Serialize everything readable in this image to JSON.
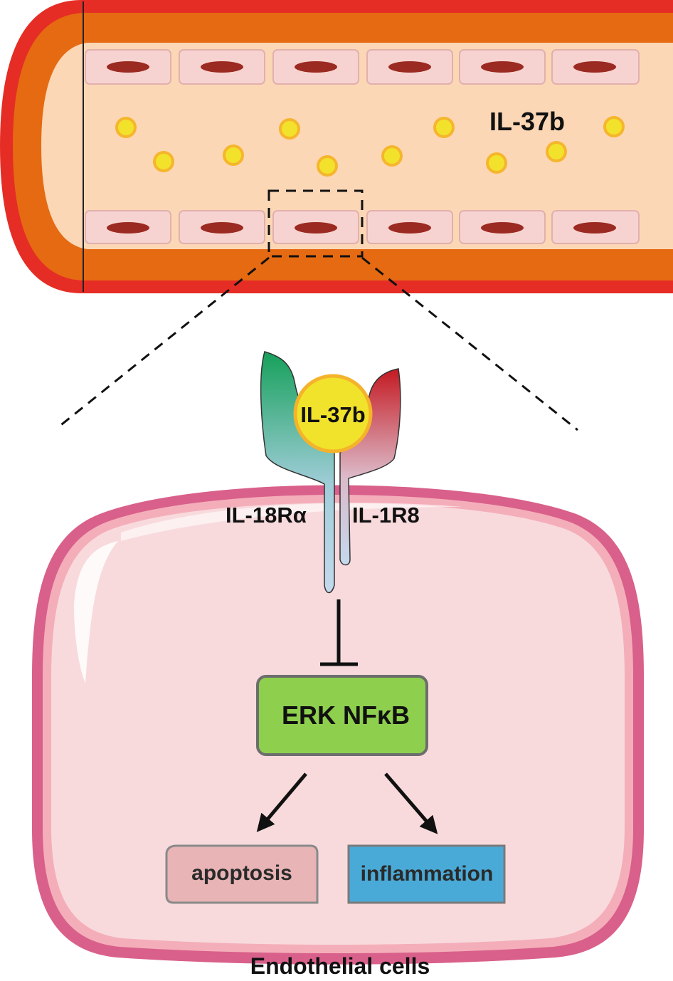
{
  "vessel": {
    "ligand_label": "IL-37b",
    "colors": {
      "outer_wall": "#e52d25",
      "middle_wall": "#e56a12",
      "lumen": "#fcd7b6",
      "endothelial_cell": "#f6d3d0",
      "nucleus": "#9b2a22",
      "particle": "#f2e22b",
      "particle_ring": "#f5b62d"
    }
  },
  "receptor": {
    "ligand_label": "IL-37b",
    "left_chain_label": "IL-18Rα",
    "right_chain_label": "IL-1R8",
    "colors": {
      "left_top": "#21a060",
      "right_top": "#c81e28",
      "stem": "#bcd6ef",
      "ligand_fill": "#f1e22c",
      "ligand_ring": "#f4b32a"
    }
  },
  "cell": {
    "caption": "Endothelial cells",
    "colors": {
      "membrane": "#d9608a",
      "cytoplasm": "#f8dadd"
    }
  },
  "pathway": {
    "kinase_label": "ERK NFκB",
    "outcomes": [
      {
        "label": "apoptosis",
        "color": "#e8b4b5"
      },
      {
        "label": "inflammation",
        "color": "#4aaad7"
      }
    ],
    "colors": {
      "kinase_box": "#8ecf4e",
      "arrow": "#111111"
    }
  }
}
